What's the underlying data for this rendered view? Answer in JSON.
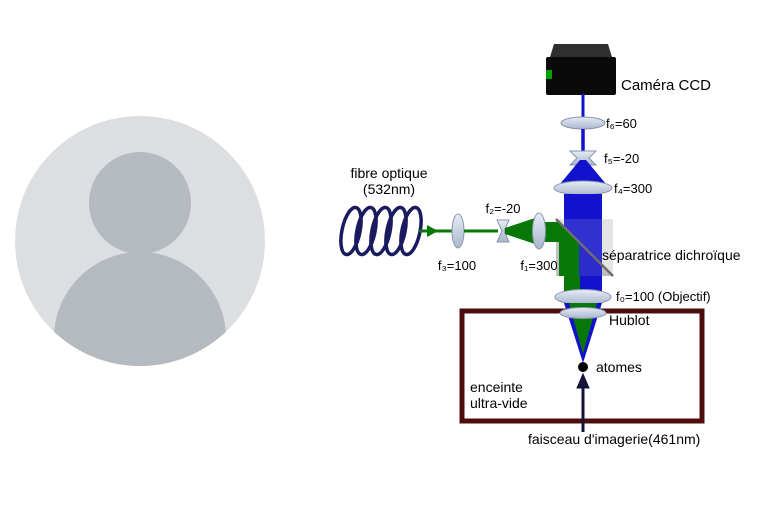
{
  "colors": {
    "blue_beam": "#1212cc",
    "green_beam": "#077807",
    "fiber_coil": "#1a1a5e",
    "chamber_border": "#4e0d0d",
    "lens_highlight": "#e8edf5",
    "lens_shadow": "#aab6ca",
    "avatar_background": "#dcdee1",
    "avatar_figure": "#b5bac0"
  },
  "diagram": {
    "camera_label": "Caméra CCD",
    "fiber_label_line1": "fibre optique",
    "fiber_label_line2": "(532nm)",
    "lens_f6_label": "f₆=60",
    "lens_f5_label": "f₅=-20",
    "lens_f4_label": "f₄=300",
    "lens_f3_label": "f₃=100",
    "lens_f2_label": "f₂=-20",
    "lens_f1_label": "f₁=300",
    "lens_f0_label": "f₀=100 (Objectif)",
    "splitter_label": "séparatrice dichroïque",
    "hublot_label": "Hublot",
    "atoms_label": "atomes",
    "chamber_label_line1": "enceinte",
    "chamber_label_line2": "ultra-vide",
    "imaging_beam_label": "faisceau d'imagerie(461nm)"
  }
}
